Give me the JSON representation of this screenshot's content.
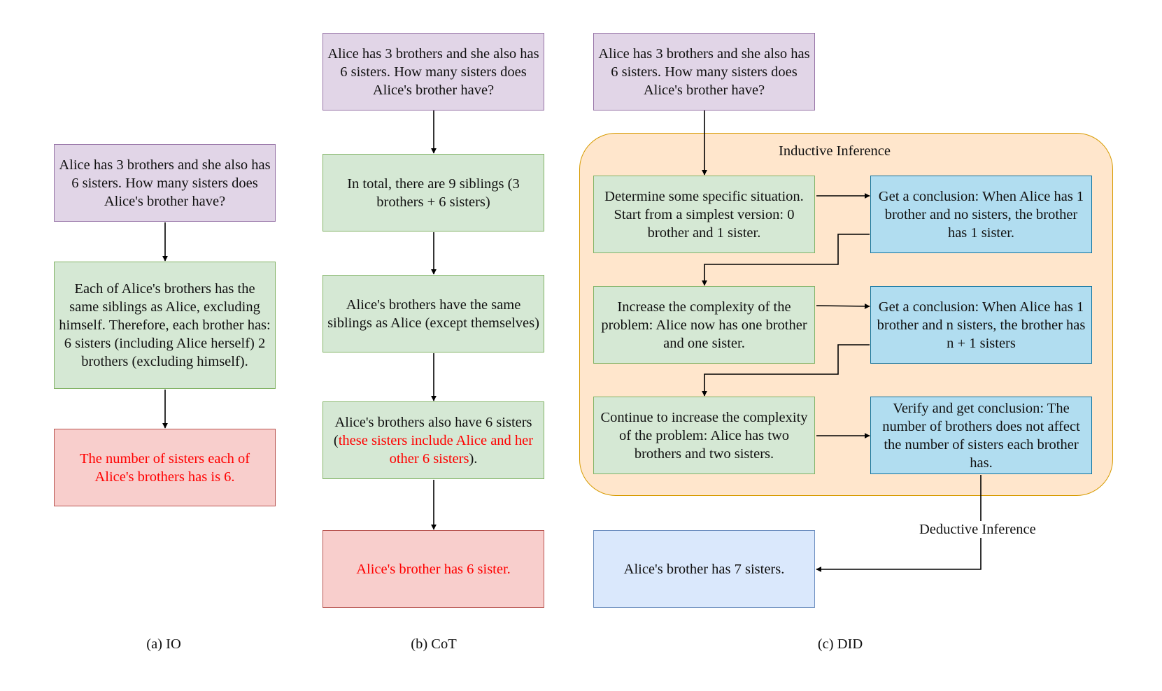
{
  "io": {
    "question": "Alice has 3 brothers and she also has 6 sisters. How many sisters does Alice's brother have?",
    "step1": "Each of Alice's brothers has the same siblings as Alice, excluding himself. Therefore, each brother has: 6 sisters (including Alice herself) 2 brothers (excluding himself).",
    "answer": "The number of sisters each of Alice's brothers has is 6.",
    "caption": "(a) IO"
  },
  "cot": {
    "question": "Alice has 3 brothers and she also has 6 sisters. How many sisters does Alice's brother have?",
    "step1": "In total, there are 9 siblings (3 brothers + 6 sisters)",
    "step2": "Alice's brothers have the same siblings as Alice (except themselves)",
    "step3_pre": "Alice's brothers also have 6 sisters (",
    "step3_red": "these sisters include Alice and her other 6 sisters",
    "step3_post": ").",
    "answer": "Alice's brother has 6 sister.",
    "caption": "(b) CoT"
  },
  "did": {
    "question": "Alice has 3 brothers and she also has 6 sisters. How many sisters does Alice's brother have?",
    "inductive_label": "Inductive Inference",
    "step1": "Determine some specific situation. Start from a simplest version: 0 brother and 1 sister.",
    "concl1": "Get a conclusion: When Alice has 1 brother and no sisters, the brother has 1 sister.",
    "step2": "Increase the complexity of the problem: Alice now has one brother and one sister.",
    "concl2": "Get a conclusion: When Alice has 1 brother and n sisters, the brother has n + 1 sisters",
    "step3": "Continue to increase the complexity of the problem: Alice has two brothers and two sisters.",
    "concl3": "Verify and get conclusion: The number of brothers does not affect the number of sisters each brother has.",
    "deductive_label": "Deductive Inference",
    "answer": "Alice's brother has 7 sisters.",
    "caption": "(c) DID"
  },
  "colors": {
    "question_fill": "#e1d5e7",
    "question_border": "#9673a6",
    "step_fill": "#d5e8d4",
    "step_border": "#82b366",
    "wrong_fill": "#f8cecc",
    "wrong_border": "#b85450",
    "conclusion_fill": "#b1ddf0",
    "conclusion_border": "#10739e",
    "answer_fill": "#dae8fc",
    "answer_border": "#6c8ebf",
    "region_fill": "#ffe6cc",
    "region_border": "#d79b00",
    "error_text": "#ff0000"
  }
}
